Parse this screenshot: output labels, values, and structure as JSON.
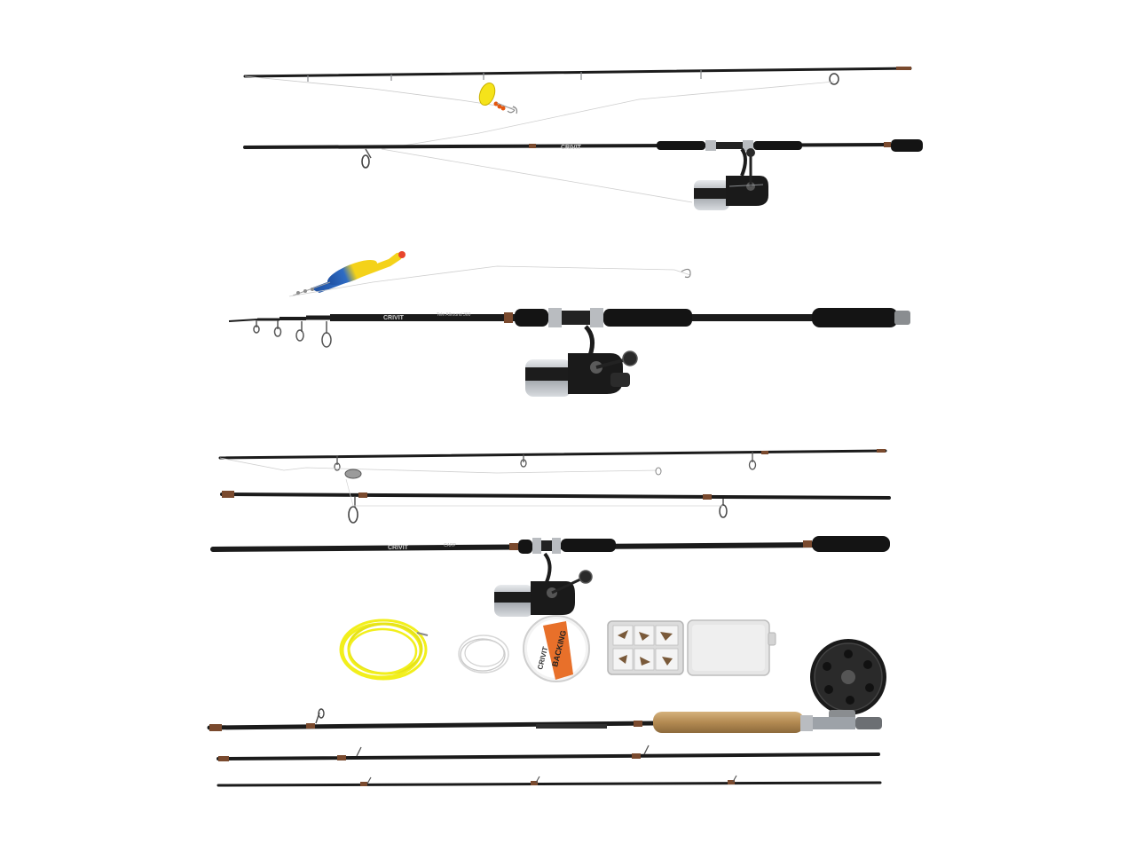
{
  "product_photo": {
    "background": "#ffffff",
    "colors": {
      "blank": "#1b1b1b",
      "wrap": "#7a4a2e",
      "eva": "#141414",
      "chrome": "#b9bcc0",
      "cork": "#b9915a",
      "fly_line": "#f2ef1c",
      "float_body": "#f4d21a",
      "float_blue": "#1e4fa0",
      "float_tip": "#e8452c",
      "spinner_blade": "#f5e31a",
      "spool_orange": "#e8702a"
    },
    "sets": [
      {
        "name": "spinning-combo",
        "rod_brand": "CRIVIT",
        "rod_model": "",
        "icons": [
          "spinner-lure-icon",
          "spinning-reel-icon"
        ]
      },
      {
        "name": "telescopic-combo",
        "rod_brand": "CRIVIT",
        "rod_model": "Tele Allround 360",
        "icons": [
          "float-rig-icon",
          "spinning-reel-icon"
        ]
      },
      {
        "name": "carp-combo",
        "rod_brand": "CRIVIT",
        "rod_model": "CARP",
        "icons": [
          "lead-weight-icon",
          "spinning-reel-icon"
        ]
      },
      {
        "name": "fly-combo",
        "rod_brand": "",
        "rod_model": "",
        "icons": [
          "fly-line-coil-icon",
          "leader-coil-icon",
          "backing-spool-icon",
          "fly-box-icon",
          "fly-reel-icon"
        ]
      }
    ],
    "backing_spool": {
      "brand": "CRIVIT",
      "label": "BACKING"
    }
  }
}
